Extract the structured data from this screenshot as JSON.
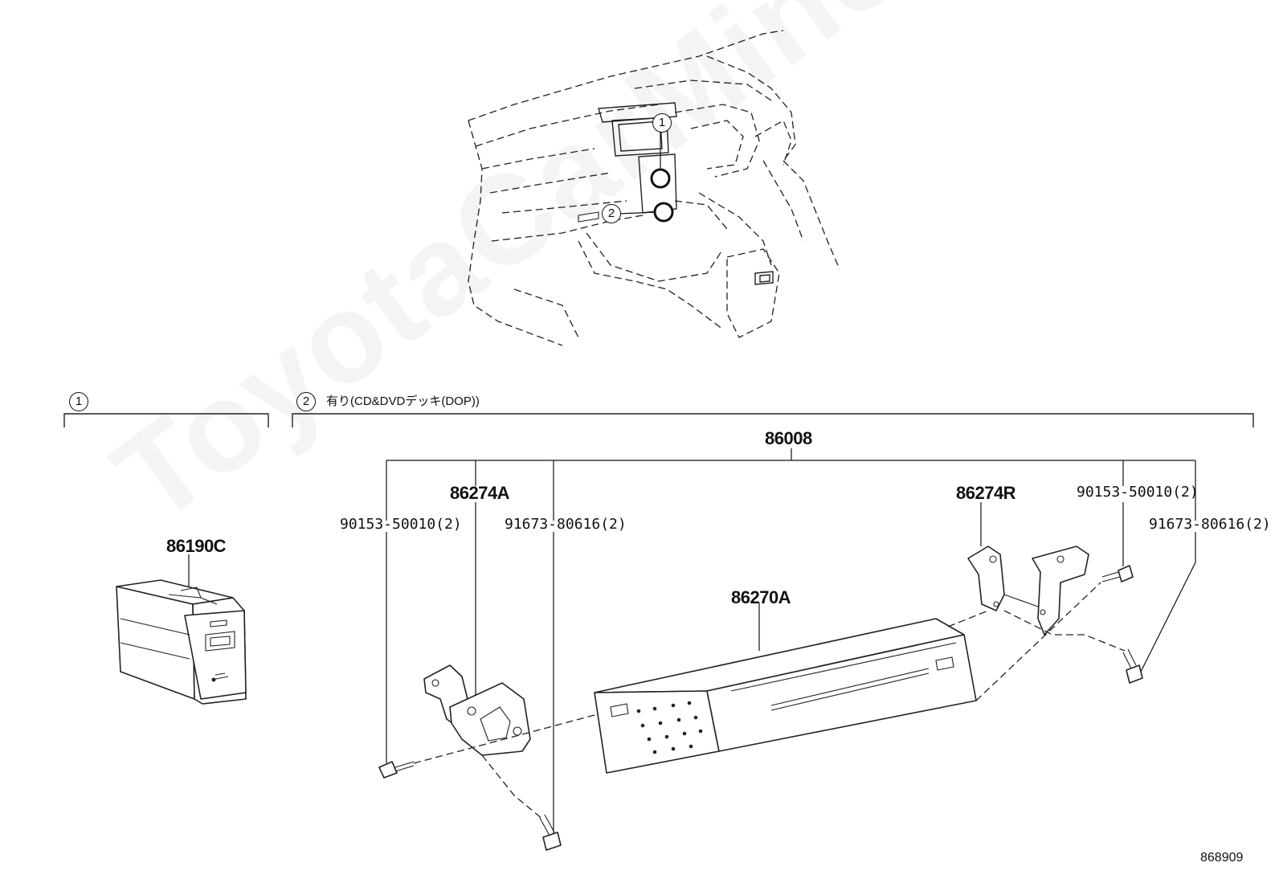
{
  "watermark": "ToyotaCarMine.ru",
  "figure_code": "868909",
  "callouts": [
    {
      "id": "1",
      "label": "1"
    },
    {
      "id": "2",
      "label": "2"
    }
  ],
  "section_1": {
    "marker": "1"
  },
  "section_2": {
    "marker": "2",
    "note": "有り(CD&DVDデッキ(DOP))"
  },
  "parts": {
    "p86190c": "86190C",
    "p86008": "86008",
    "p86274a": "86274A",
    "p86274r": "86274R",
    "p86270a": "86270A",
    "screw_left": "90153-50010(2)",
    "bolt_left": "91673-80616(2)",
    "screw_right": "90153-50010(2)",
    "bolt_right": "91673-80616(2)"
  }
}
